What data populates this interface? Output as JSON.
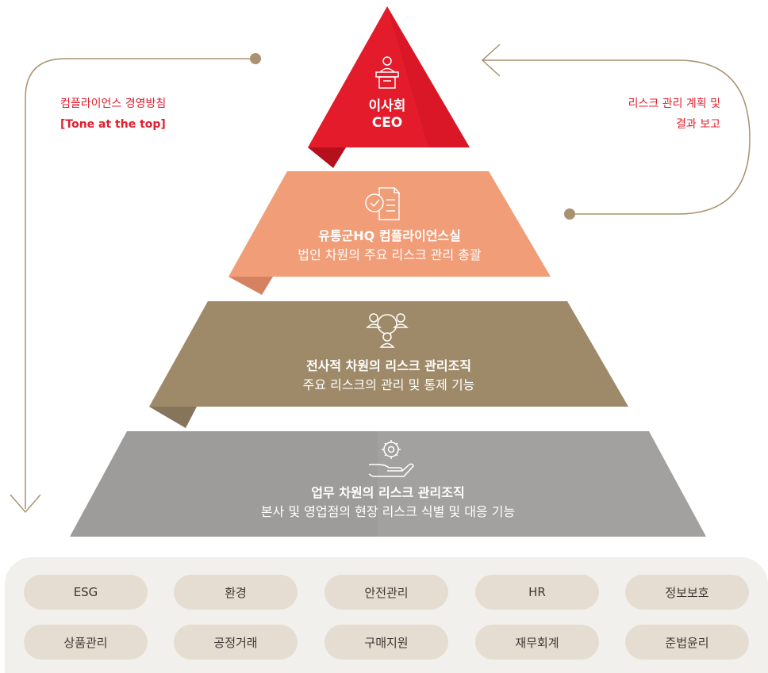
{
  "tiers": {
    "top": {
      "title_line1": "이사회",
      "title_line2": "CEO"
    },
    "second": {
      "title": "유통군HQ 컴플라이언스실",
      "subtitle": "법인 차원의 주요 리스크 관리 총괄"
    },
    "third": {
      "title": "전사적 차원의 리스크 관리조직",
      "subtitle": "주요 리스크의 관리 및 통제 기능"
    },
    "fourth": {
      "title": "업무 차원의 리스크 관리조직",
      "subtitle": "본사 및 영업점의 현장 리스크 식별 및 대응 기능"
    }
  },
  "left_note": {
    "line1": "컴플라이언스 경영방침",
    "line2": "[Tone at the top]"
  },
  "right_note": {
    "line1": "리스크 관리 계획 및",
    "line2": "결과 보고"
  },
  "areas": [
    [
      "ESG",
      "환경",
      "안전관리",
      "HR",
      "정보보호"
    ],
    [
      "상품관리",
      "공정거래",
      "구매지원",
      "재무회계",
      "준법윤리"
    ]
  ],
  "colors": {
    "top": "#e31b2b",
    "second": "#f09d78",
    "third": "#9e8a69",
    "fourth": "#9d9c9a",
    "accent": "#e0202f",
    "connector": "#a8926f"
  },
  "icons": [
    "ceo-podium-icon",
    "document-check-icon",
    "people-network-icon",
    "gear-hand-icon"
  ]
}
